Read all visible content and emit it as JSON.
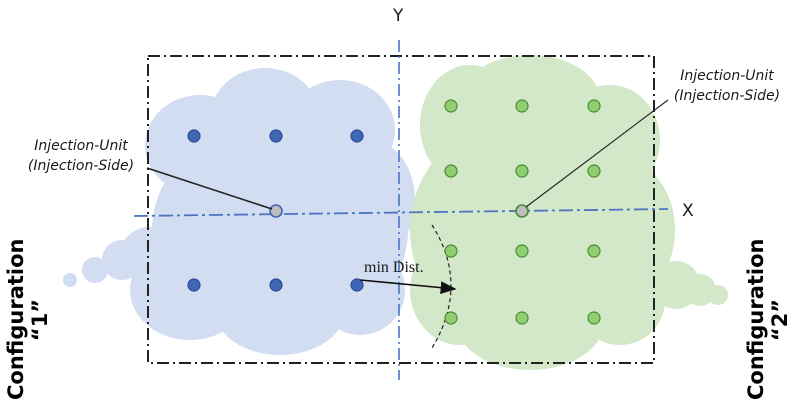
{
  "axes": {
    "x_label": "X",
    "y_label": "Y"
  },
  "annotations": {
    "left_unit": [
      "Injection-Unit",
      "(Injection-Side)"
    ],
    "right_unit": [
      "Injection-Unit",
      "(Injection-Side)"
    ],
    "min_distance": "min Dist."
  },
  "configurations": {
    "left": [
      "Configuration",
      "“1”"
    ],
    "right": [
      "Configuration",
      "“2”"
    ]
  },
  "colors": {
    "left_cloud": "#d2ddf2",
    "left_dot": "#3f67b4",
    "right_cloud": "#d3e8c8",
    "right_dot": "#8fcf72",
    "axis_line": "#4b75c0",
    "frame": "#222222",
    "injection_dot": "#bdbdbd"
  }
}
